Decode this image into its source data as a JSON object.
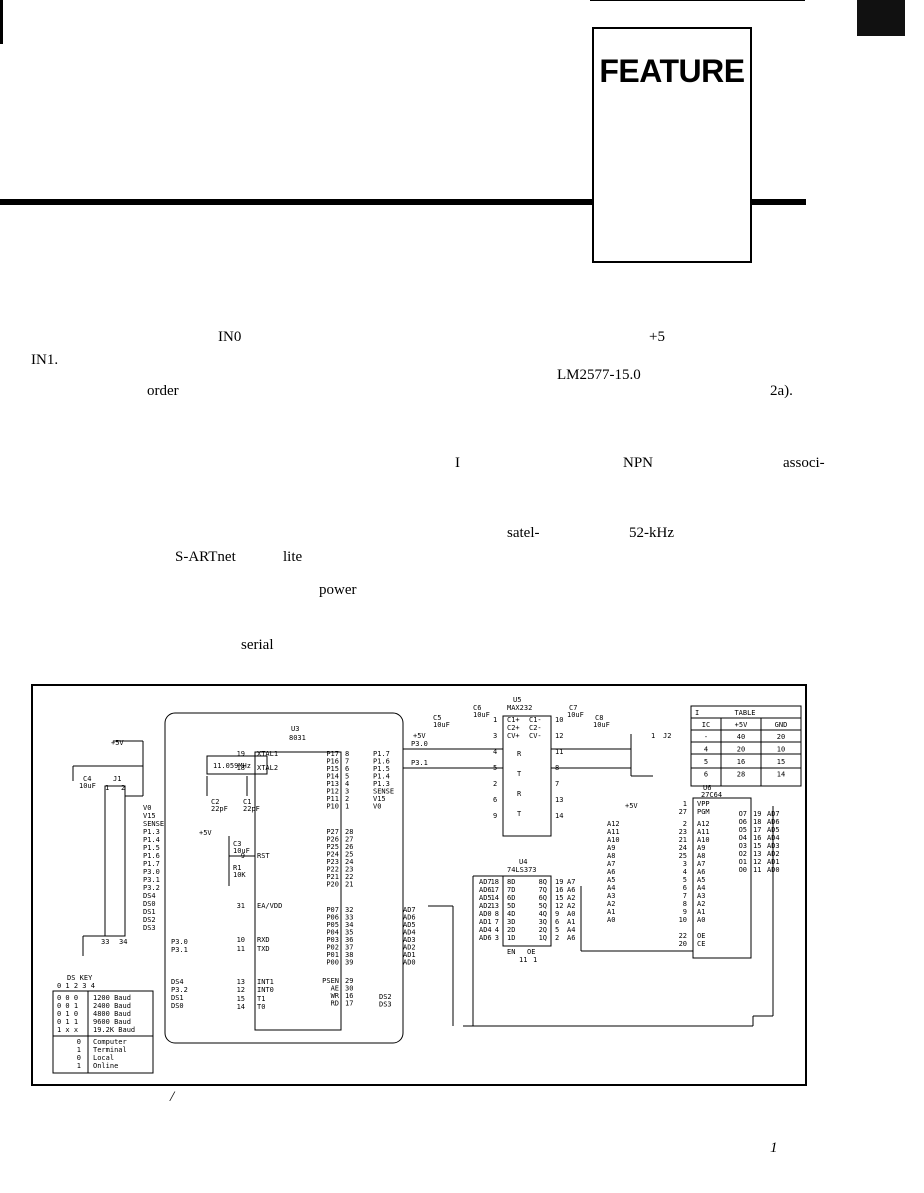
{
  "header": {
    "feature_label": "FEATURE"
  },
  "text_fragments": {
    "in0": "IN0",
    "plus5": "+5",
    "in1": "IN1.",
    "lm2577": "LM2577-15.0",
    "order": "order",
    "fig2a": "2a).",
    "letter_i": "I",
    "npn": "NPN",
    "associ": "associ-",
    "satel": "satel-",
    "khz": "52-kHz",
    "sartnet": "S-ARTnet",
    "lite": "lite",
    "power": "power",
    "serial": "serial"
  },
  "schematic": {
    "u3": {
      "ref": "U3",
      "part": "8031",
      "pins_left": [
        {
          "name": "XTAL1",
          "num": "19"
        },
        {
          "name": "XTAL2",
          "num": "18"
        },
        {
          "name": "RST",
          "num": "9"
        },
        {
          "name": "EA/VDD",
          "num": "31"
        },
        {
          "name": "RXD",
          "num": "10"
        },
        {
          "name": "TXD",
          "num": "11"
        },
        {
          "name": "INT1",
          "num": "13"
        },
        {
          "name": "INT0",
          "num": "12"
        },
        {
          "name": "T1",
          "num": "15"
        },
        {
          "name": "T0",
          "num": "14"
        }
      ],
      "pins_right_p1": [
        "P17",
        "P16",
        "P15",
        "P14",
        "P13",
        "P12",
        "P11",
        "P10"
      ],
      "pins_right_p1_nums": [
        "8",
        "7",
        "6",
        "5",
        "4",
        "3",
        "2",
        "1"
      ],
      "pins_right_p2": [
        "P27",
        "P26",
        "P25",
        "P24",
        "P23",
        "P22",
        "P21",
        "P20"
      ],
      "pins_right_p2_nums": [
        "28",
        "27",
        "26",
        "25",
        "24",
        "23",
        "22",
        "21"
      ],
      "pins_right_p0": [
        "P07",
        "P06",
        "P05",
        "P04",
        "P03",
        "P02",
        "P01",
        "P00"
      ],
      "pins_right_p0_nums": [
        "32",
        "33",
        "34",
        "35",
        "36",
        "37",
        "38",
        "39"
      ],
      "pins_right_ctrl": [
        "PSEN",
        "AE",
        "WR",
        "RD"
      ],
      "pins_right_ctrl_nums": [
        "29",
        "30",
        "16",
        "17"
      ]
    },
    "xtal": {
      "freq": "11.059MHz",
      "c2": "C2",
      "c2v": "22pF",
      "c1": "C1",
      "c1v": "22pF"
    },
    "reset": {
      "c3": "C3",
      "c3v": "10uF",
      "r1": "R1",
      "r1v": "10K",
      "vcc": "+5V"
    },
    "j1": {
      "ref": "J1",
      "c4": "C4",
      "c4v": "10uF",
      "vcc": "+5V",
      "pin1": "1",
      "pin2": "2",
      "pin33": "33",
      "pin34": "34",
      "labels": [
        "V0",
        "V15",
        "SENSE",
        "P1.3",
        "P1.4",
        "P1.5",
        "P1.6",
        "P1.7",
        "P3.0",
        "P3.1",
        "P3.2",
        "DS4",
        "DS0",
        "DS1",
        "DS2",
        "DS3"
      ]
    },
    "p1_labels": [
      "P1.7",
      "P1.6",
      "P1.5",
      "P1.4",
      "P1.3",
      "SENSE",
      "V15",
      "V0"
    ],
    "ad_labels": [
      "AD7",
      "AD6",
      "AD5",
      "AD4",
      "AD3",
      "AD2",
      "AD1",
      "AD0"
    ],
    "ctrl_labels": [
      "DS2",
      "DS3"
    ],
    "left_bus": {
      "rxd": "P3.0",
      "txd": "P3.1",
      "int1": "DS4",
      "int0": "P3.2",
      "t1": "DS1",
      "t0": "DS0"
    },
    "u5": {
      "ref": "U5",
      "part": "MAX232",
      "c5": "C5",
      "c5v": "10uF",
      "c6": "C6",
      "c6v": "10uF",
      "c7": "C7",
      "c7v": "10uF",
      "c8": "C8",
      "c8v": "10uF",
      "pins": [
        "C1+",
        "C1-",
        "C2+",
        "C2-",
        "CV+",
        "CV-"
      ],
      "vcc": "+5V",
      "p30": "P3.0",
      "p31": "P3.1",
      "nums": [
        "1",
        "3",
        "4",
        "5",
        "2",
        "6",
        "9",
        "10",
        "12",
        "11",
        "8",
        "7",
        "13",
        "14"
      ],
      "r": "R",
      "t": "T"
    },
    "j2": {
      "ref": "J2",
      "pin": "1"
    },
    "u4": {
      "ref": "U4",
      "part": "74LS373",
      "in_labels": [
        "AD7",
        "AD6",
        "AD5",
        "AD2",
        "AD0",
        "AD1",
        "AD4",
        "AD6"
      ],
      "in_pins": [
        "8D",
        "7D",
        "6D",
        "5D",
        "4D",
        "3D",
        "2D",
        "1D"
      ],
      "in_nums": [
        "18",
        "17",
        "14",
        "13",
        "8",
        "7",
        "4",
        "3"
      ],
      "out_pins": [
        "8Q",
        "7Q",
        "6Q",
        "5Q",
        "4Q",
        "3Q",
        "2Q",
        "1Q"
      ],
      "out_nums": [
        "19",
        "16",
        "15",
        "12",
        "9",
        "6",
        "5",
        "2"
      ],
      "out_labels": [
        "A7",
        "A6",
        "A2",
        "A2",
        "A0",
        "A1",
        "A4",
        "A6"
      ],
      "en": "EN",
      "oe": "OE",
      "en_num": "11",
      "oe_num": "1"
    },
    "u6": {
      "ref": "U6",
      "part": "27C64",
      "vcc": "+5V",
      "a_labels": [
        "A12",
        "A11",
        "A10",
        "A9",
        "A8",
        "A7",
        "A6",
        "A5",
        "A4",
        "A3",
        "A2",
        "A1",
        "A0"
      ],
      "a_pins": [
        "A12",
        "A11",
        "A10",
        "A9",
        "A8",
        "A7",
        "A6",
        "A5",
        "A4",
        "A3",
        "A2",
        "A1",
        "A0"
      ],
      "a_nums": [
        "2",
        "23",
        "21",
        "24",
        "25",
        "3",
        "4",
        "5",
        "6",
        "7",
        "8",
        "9",
        "10"
      ],
      "o_pins": [
        "O7",
        "O6",
        "O5",
        "O4",
        "O3",
        "O2",
        "O1",
        "O0"
      ],
      "o_nums": [
        "19",
        "18",
        "17",
        "16",
        "15",
        "13",
        "12",
        "11"
      ],
      "o_labels": [
        "AD7",
        "AD6",
        "AD5",
        "AD4",
        "AD3",
        "AD2",
        "AD1",
        "AD0"
      ],
      "vpp": "VPP",
      "pgm": "PGM",
      "vpp_num": "1",
      "pgm_num": "27",
      "oe": "OE",
      "ce": "CE",
      "oe_num": "22",
      "ce_num": "20"
    },
    "ic_table": {
      "title": "TABLE",
      "prefix": "I",
      "headers": [
        "IC",
        "+5V",
        "GND"
      ],
      "rows": [
        [
          "-",
          "40",
          "20"
        ],
        [
          "4",
          "20",
          "10"
        ],
        [
          "5",
          "16",
          "15"
        ],
        [
          "6",
          "28",
          "14"
        ]
      ]
    },
    "ds_key": {
      "title": "DS KEY",
      "bits": "0 1 2 3 4",
      "rows": [
        [
          "0 0 0",
          "1200 Baud"
        ],
        [
          "0 0 1",
          "2400 Baud"
        ],
        [
          "0 1 0",
          "4800 Baud"
        ],
        [
          "0 1 1",
          "9600 Baud"
        ],
        [
          "1 x x",
          "19.2K Baud"
        ]
      ],
      "mode_rows": [
        [
          "0",
          "Computer"
        ],
        [
          "1",
          "Terminal"
        ],
        [
          "0",
          "Local"
        ],
        [
          "1",
          "Online"
        ]
      ]
    }
  },
  "caption_mark": "/",
  "page_mark": "1"
}
